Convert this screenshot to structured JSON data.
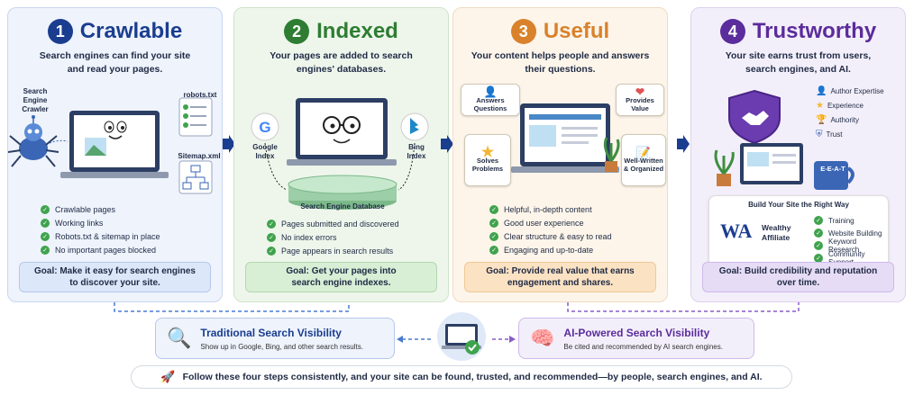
{
  "steps": [
    {
      "number": "1",
      "title": "Crawlable",
      "subtitle_lines": [
        "Search engines can find your site",
        "and read your pages."
      ],
      "labels": {
        "crawler": [
          "Search",
          "Engine",
          "Crawler"
        ],
        "robots": "robots.txt",
        "sitemap": "Sitemap.xml"
      },
      "checks": [
        "Crawlable pages",
        "Working links",
        "Robots.txt & sitemap in place",
        "No important pages blocked"
      ],
      "goal_lines": [
        "Goal: Make it easy for search engines",
        "to discover your site."
      ],
      "color": "#1a3d8f"
    },
    {
      "number": "2",
      "title": "Indexed",
      "subtitle_lines": [
        "Your pages are added to search",
        "engines' databases."
      ],
      "labels": {
        "google": [
          "Google",
          "Index"
        ],
        "bing": [
          "Bing",
          "Index"
        ],
        "database": "Search Engine Database"
      },
      "checks": [
        "Pages submitted and discovered",
        "No index errors",
        "Page appears in search results"
      ],
      "goal_lines": [
        "Goal: Get your pages into",
        "search engine indexes."
      ],
      "color": "#2e7d32"
    },
    {
      "number": "3",
      "title": "Useful",
      "subtitle_lines": [
        "Your content helps people and answers",
        "their questions."
      ],
      "bubbles": [
        {
          "lines": [
            "Answers",
            "Questions"
          ]
        },
        {
          "lines": [
            "Provides",
            "Value"
          ]
        },
        {
          "lines": [
            "Solves",
            "Problems"
          ]
        },
        {
          "lines": [
            "Well-Written",
            "& Organized"
          ]
        }
      ],
      "checks": [
        "Helpful, in-depth content",
        "Good user experience",
        "Clear structure & easy to read",
        "Engaging and up-to-date"
      ],
      "goal_lines": [
        "Goal: Provide real value that earns",
        "engagement and shares."
      ],
      "color": "#d9822b"
    },
    {
      "number": "4",
      "title": "Trustworthy",
      "subtitle_lines": [
        "Your site earns trust from users,",
        "search engines, and AI."
      ],
      "trust_items": [
        "Author Expertise",
        "Experience",
        "Authority",
        "Trust"
      ],
      "mug_label": "E-E-A-T",
      "card": {
        "heading": "Build Your Site the Right Way",
        "logo": "WA",
        "brand_lines": [
          "Wealthy",
          "Affiliate"
        ],
        "items": [
          "Training",
          "Website Building",
          "Keyword Research",
          "Community Support"
        ]
      },
      "goal_lines": [
        "Goal: Build credibility and reputation",
        "over time."
      ],
      "color": "#5b2c9c"
    }
  ],
  "visibility": {
    "traditional": {
      "title": "Traditional Search Visibility",
      "desc": "Show up in Google, Bing, and other search results."
    },
    "ai": {
      "title": "AI-Powered Search Visibility",
      "desc": "Be cited and recommended by AI search engines."
    }
  },
  "footer": "Follow these four steps consistently, and your site can be found, trusted, and recommended—by people, search engines, and AI.",
  "colors": {
    "blue": "#1a3d8f",
    "green": "#2e7d32",
    "orange": "#d9822b",
    "purple": "#5b2c9c",
    "check": "#3fa34d"
  }
}
